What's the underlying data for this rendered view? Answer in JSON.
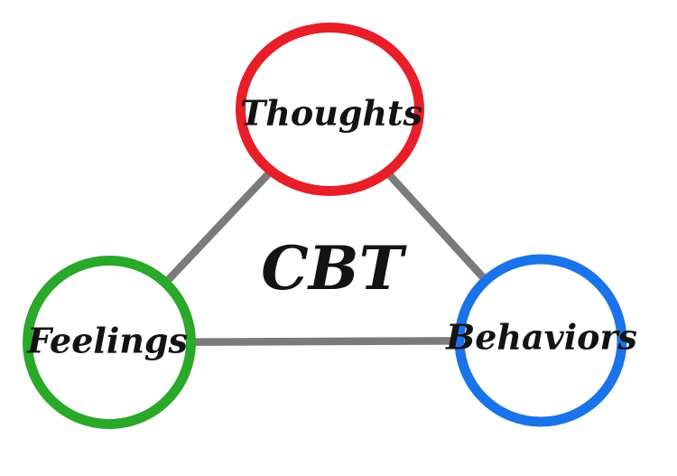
{
  "diagram": {
    "title": "CBT",
    "background_color": "#ffffff",
    "connector_color": "#7b7b7b",
    "text_color": "#131313",
    "nodes": [
      {
        "id": "thoughts",
        "label": "Thoughts",
        "ring_color": "#e81e29",
        "position": "top-center"
      },
      {
        "id": "feelings",
        "label": "Feelings",
        "ring_color": "#29a829",
        "position": "bottom-left"
      },
      {
        "id": "behaviors",
        "label": "Behaviors",
        "ring_color": "#1a73e8",
        "position": "bottom-right"
      }
    ],
    "connections": [
      {
        "from": "feelings",
        "to": "thoughts"
      },
      {
        "from": "thoughts",
        "to": "behaviors"
      },
      {
        "from": "feelings",
        "to": "behaviors"
      }
    ]
  }
}
